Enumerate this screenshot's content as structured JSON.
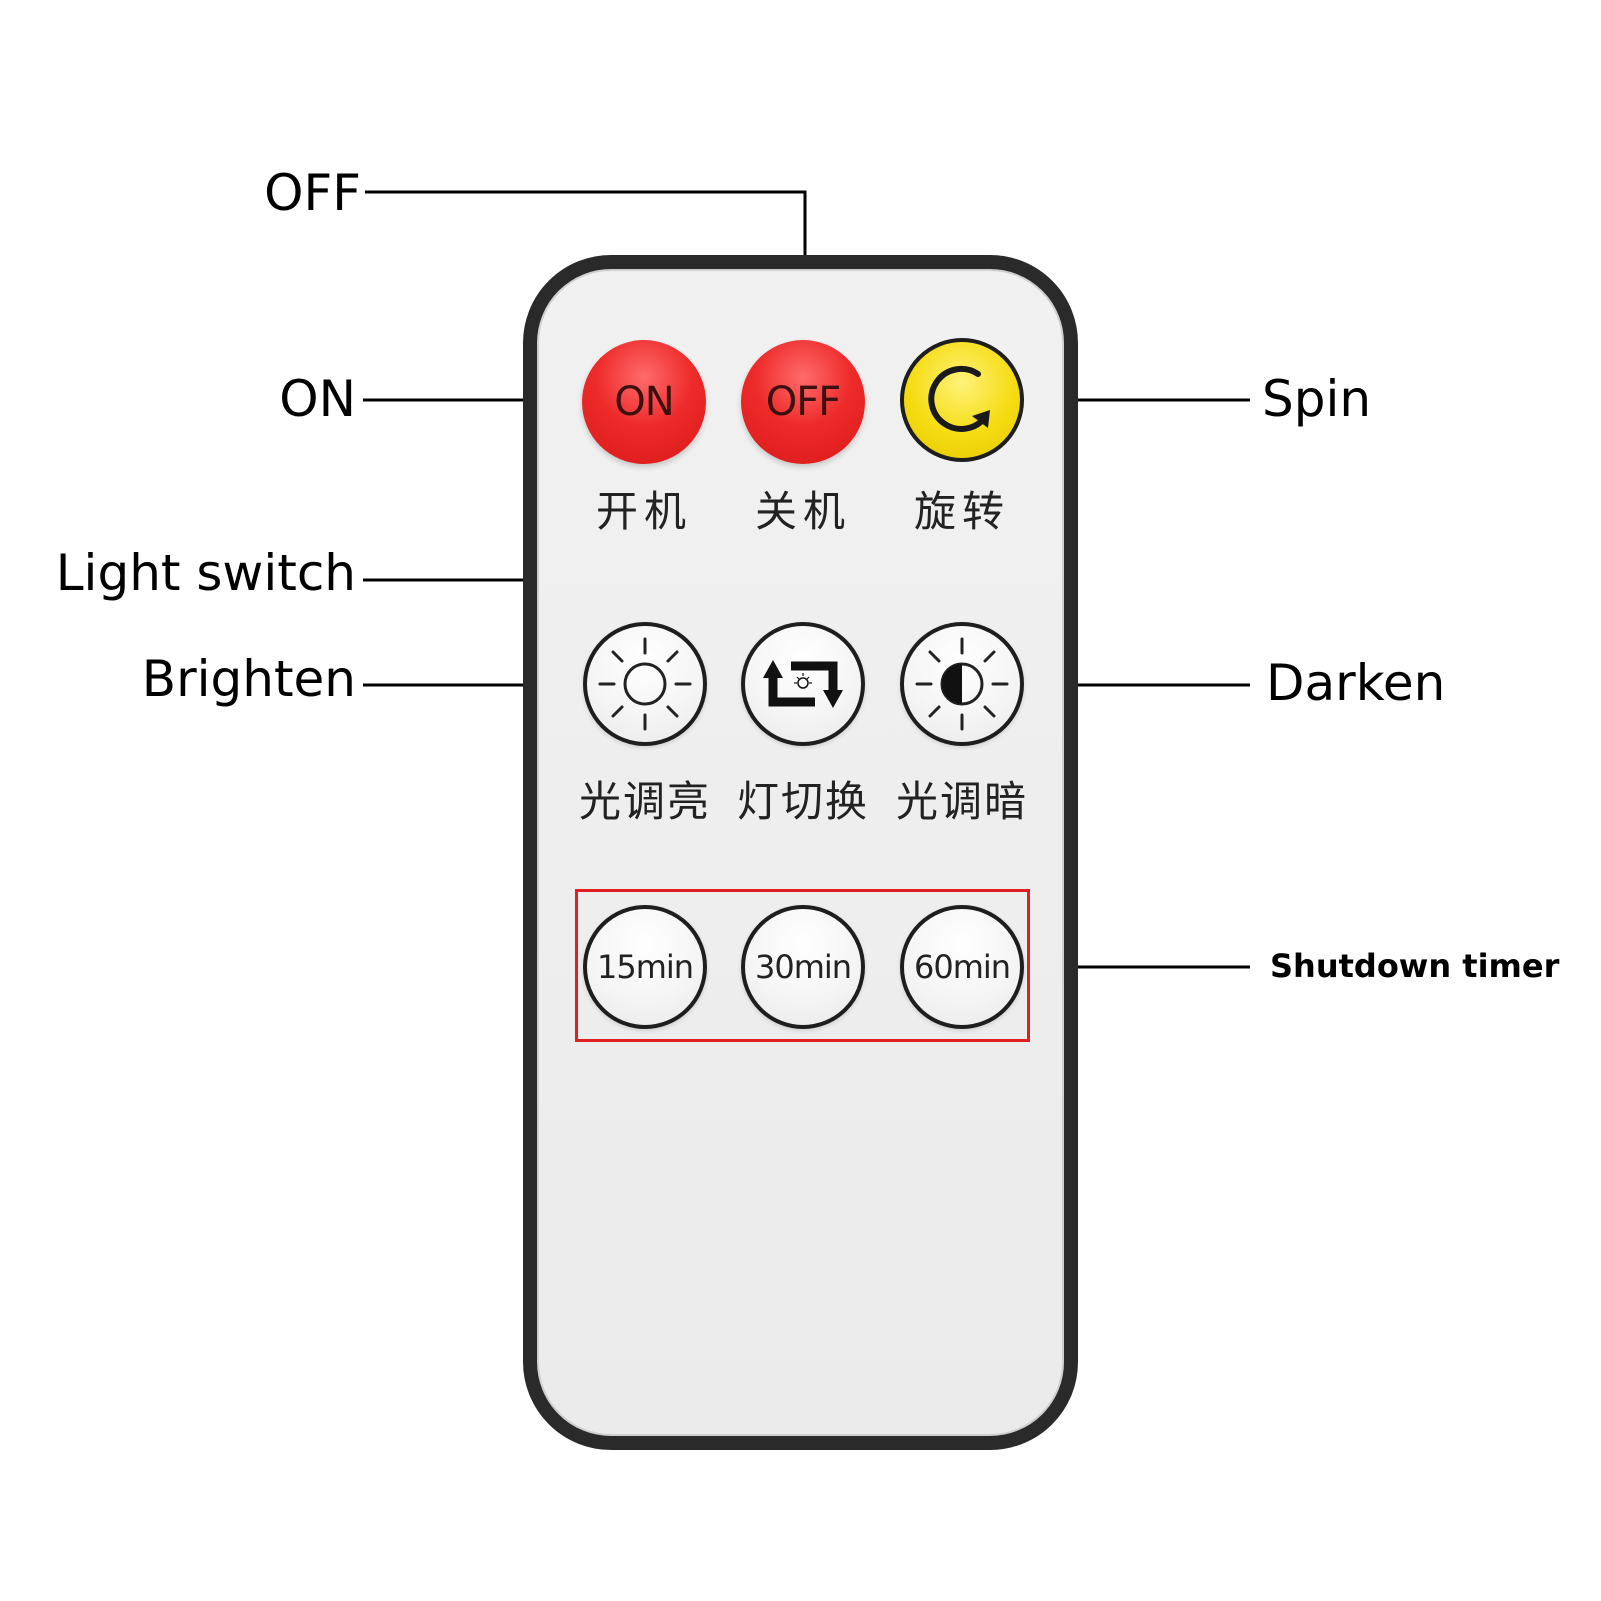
{
  "callouts": {
    "off": "OFF",
    "on": "ON",
    "spin": "Spin",
    "light_switch": "Light switch",
    "brighten": "Brighten",
    "darken": "Darken",
    "shutdown_timer": "Shutdown timer"
  },
  "remote": {
    "row1": {
      "on_button": "ON",
      "off_button": "OFF",
      "spin_icon": "rotate-icon",
      "on_caption": "开机",
      "off_caption": "关机",
      "spin_caption": "旋转"
    },
    "row2": {
      "brighten_icon": "sun-icon",
      "switch_icon": "light-switch-icon",
      "darken_icon": "half-sun-icon",
      "brighten_caption": "光调亮",
      "switch_caption": "灯切换",
      "darken_caption": "光调暗"
    },
    "row3": {
      "timer_15": "15min",
      "timer_30": "30min",
      "timer_60": "60min"
    }
  },
  "colors": {
    "red_button": "#e32222",
    "yellow_button": "#f5dc12",
    "timer_highlight": "#e02020",
    "remote_frame": "#2a2a2a"
  }
}
